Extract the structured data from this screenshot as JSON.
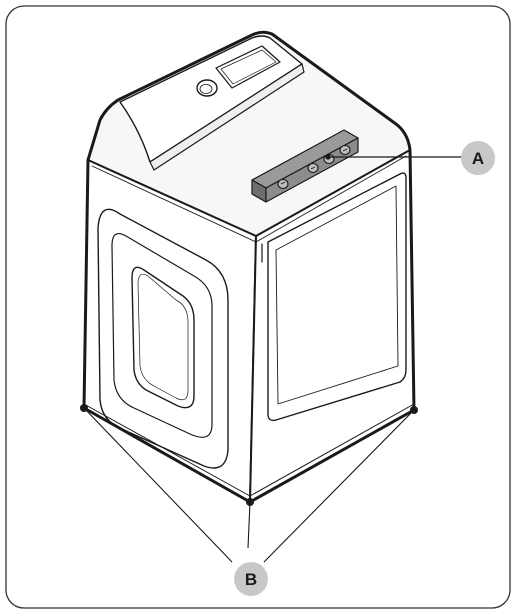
{
  "diagram": {
    "callouts": [
      {
        "id": "A",
        "label": "A"
      },
      {
        "id": "B",
        "label": "B"
      }
    ],
    "colors": {
      "frame_border": "#333333",
      "line": "#1a1a1a",
      "callout_fill": "#c8c8c8",
      "level_tool_fill": "#8c8c8c",
      "level_tool_dark": "#6e6e6e",
      "body_fill": "#ffffff",
      "top_fill": "#f7f7f7"
    }
  }
}
